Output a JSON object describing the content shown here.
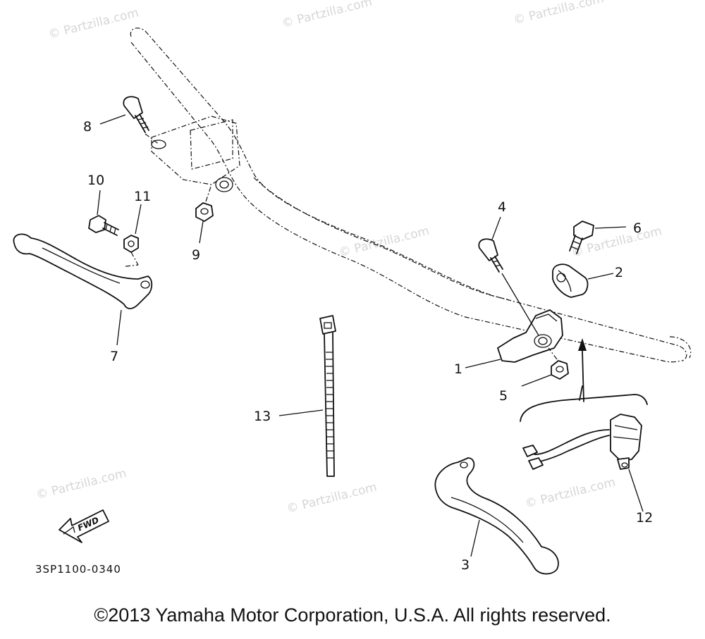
{
  "watermark_text": "© Partzilla.com",
  "callouts": {
    "c1": "1",
    "c2": "2",
    "c3": "3",
    "c4": "4",
    "c5": "5",
    "c6": "6",
    "c7": "7",
    "c8": "8",
    "c9": "9",
    "c10": "10",
    "c11": "11",
    "c12": "12",
    "c13": "13"
  },
  "fwd_label": "FWD",
  "diagram_code": "3SP1100-0340",
  "copyright": "©2013 Yamaha Motor Corporation, U.S.A. All rights reserved."
}
